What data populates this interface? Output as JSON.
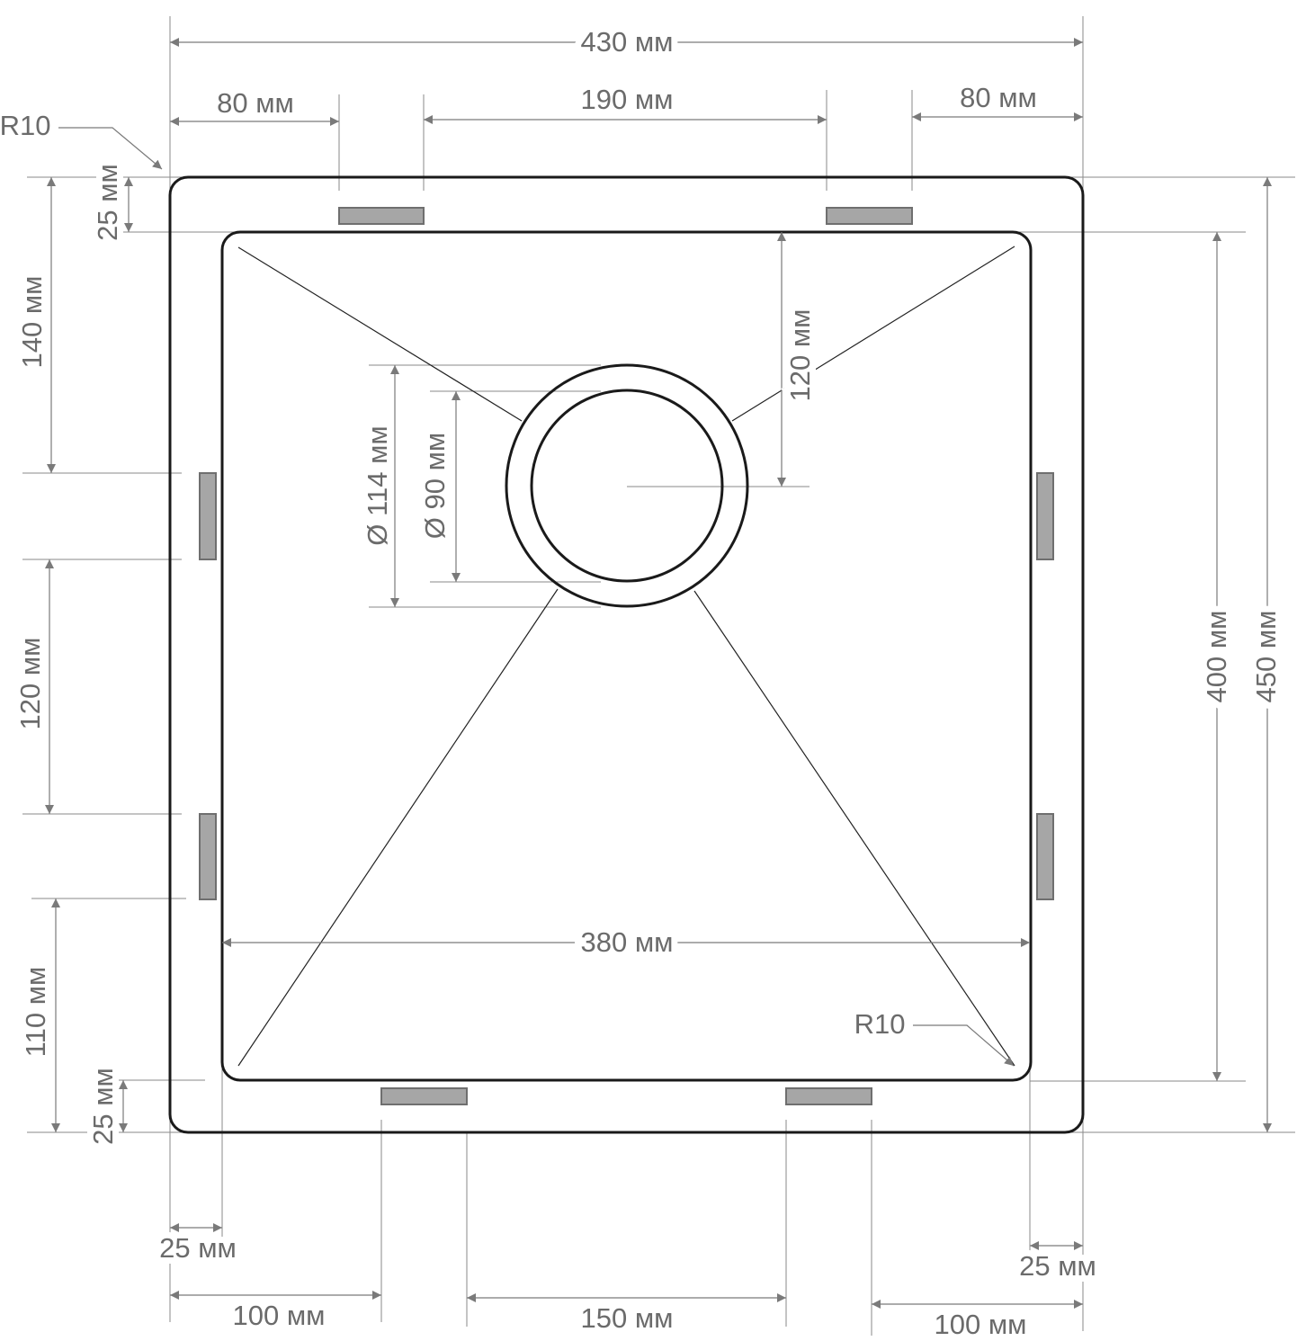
{
  "drawing": {
    "overall_width": "430 мм",
    "top_left_offset": "80 мм",
    "top_middle_span": "190 мм",
    "top_right_offset": "80 мм",
    "corner_radius_outer": "R10",
    "corner_radius_inner": "R10",
    "top_rim": "25 мм",
    "left_top_offset": "140 мм",
    "left_middle_span": "120 мм",
    "left_bottom_offset": "110 мм",
    "bottom_rim": "25 мм",
    "drain_outer_diameter": "Ø 114 мм",
    "drain_inner_diameter": "Ø 90 мм",
    "drain_center_offset": "120 мм",
    "inner_depth": "400 мм",
    "overall_depth": "450 мм",
    "inner_width": "380 мм",
    "left_rim": "25 мм",
    "bottom_left_offset": "100 мм",
    "bottom_middle_span": "150 мм",
    "right_rim": "25 мм",
    "bottom_right_offset": "100 мм"
  }
}
